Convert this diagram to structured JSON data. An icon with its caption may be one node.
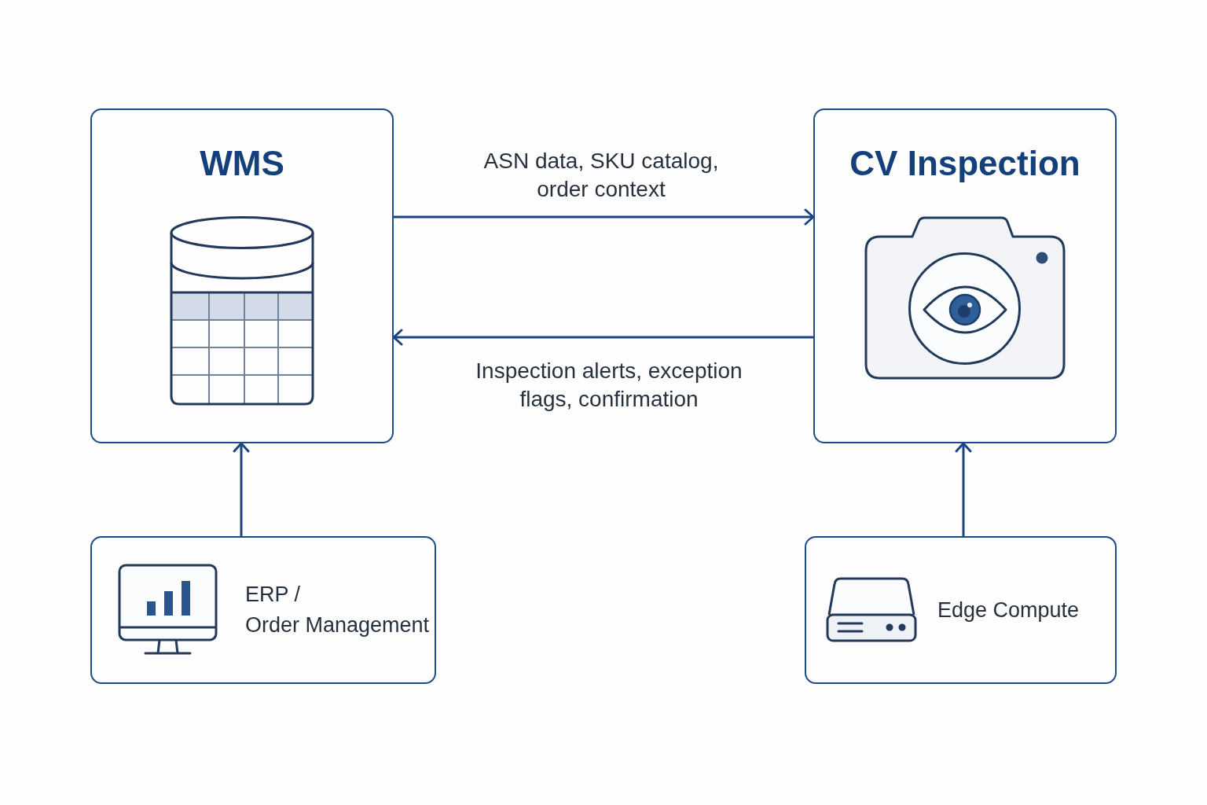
{
  "diagram": {
    "nodes": [
      {
        "text": [
          "WMS"
        ]
      },
      {
        "text": [
          "CV Inspection"
        ]
      },
      {
        "text": [
          "ERP /",
          "Order Management"
        ]
      },
      {
        "text": [
          "Edge Compute"
        ]
      }
    ],
    "edges": [
      {
        "from": 0,
        "to": 1,
        "arrow": "to",
        "label": "ASN data, SKU catalog, order context"
      },
      {
        "from": 1,
        "to": 0,
        "arrow": "to",
        "label": "Inspection alerts, exception flags, confirmation"
      },
      {
        "from": 2,
        "to": 0,
        "arrow": "to"
      },
      {
        "from": 3,
        "to": 1,
        "arrow": "to"
      }
    ]
  }
}
